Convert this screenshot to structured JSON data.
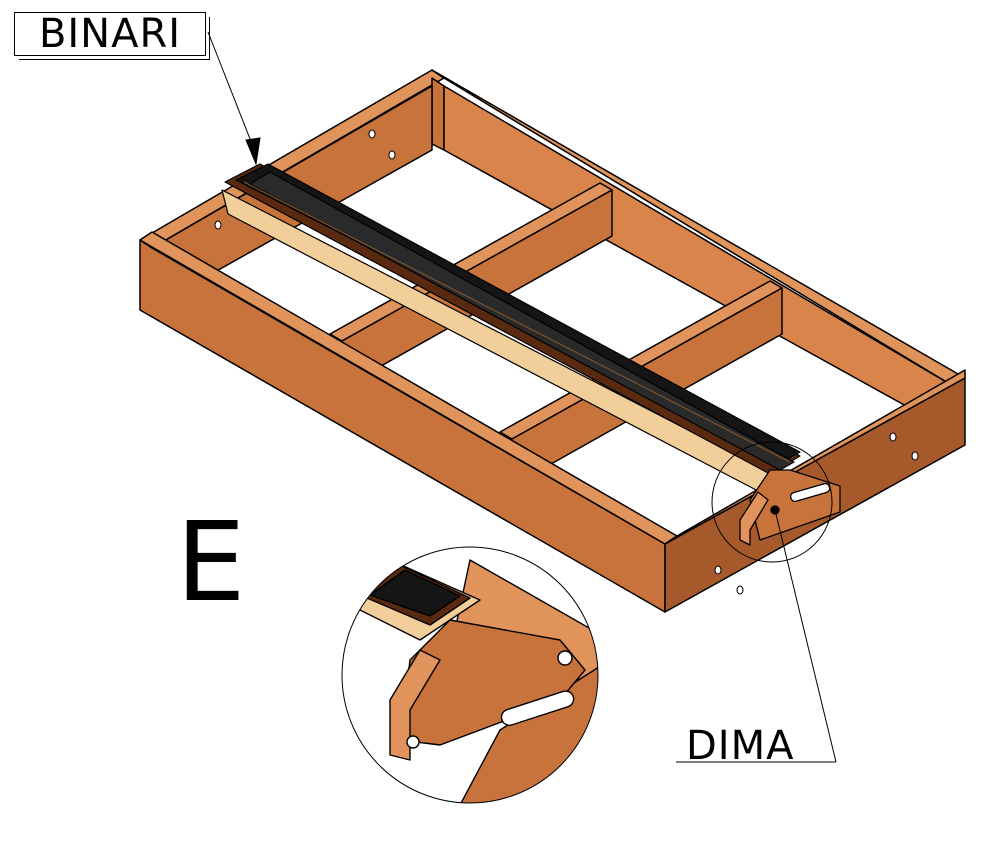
{
  "labels": {
    "rails": "BINARI",
    "jig": "DIMA",
    "view": "E"
  },
  "colors": {
    "wood_top": "#e0935a",
    "wood_side": "#c8733c",
    "wood_dark": "#a65a2b",
    "wood_inner": "#d9844a",
    "rail_black": "#151515",
    "rail_brown": "#5a2a10",
    "rod_light": "#f2cf9a",
    "line": "#000000"
  }
}
